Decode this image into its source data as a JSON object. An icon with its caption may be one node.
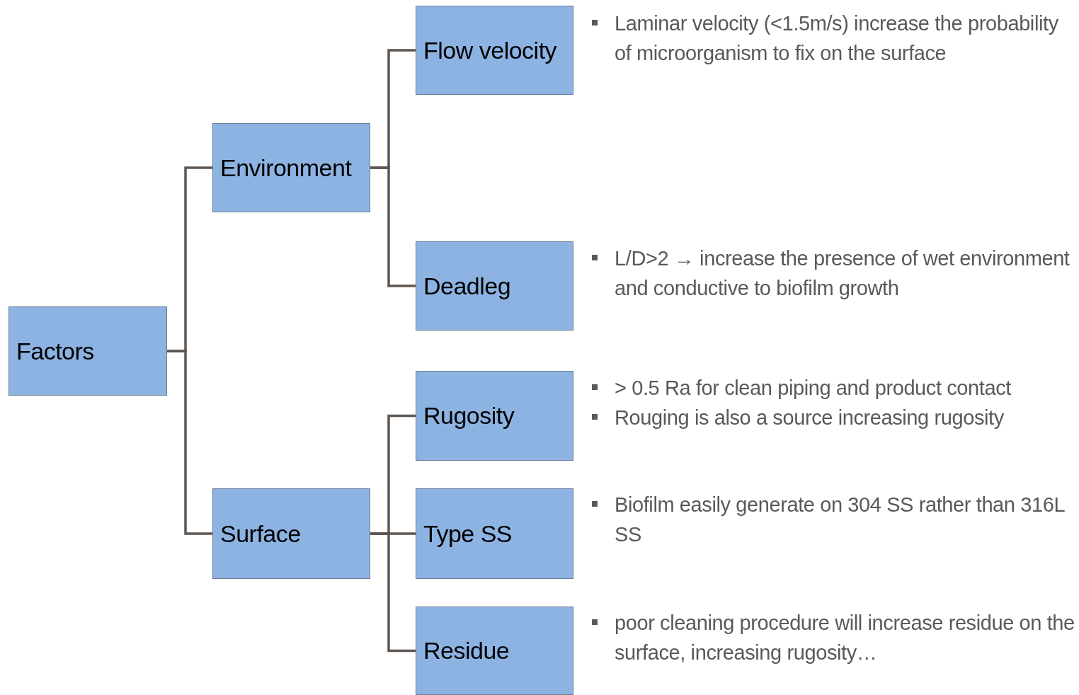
{
  "diagram": {
    "nodes": [
      {
        "text": [
          "Factors"
        ]
      },
      {
        "text": [
          "Environment"
        ]
      },
      {
        "text": [
          "Surface"
        ]
      },
      {
        "text": [
          "Flow velocity"
        ],
        "beside": [
          "Laminar velocity (<1.5m/s) increase the probability of microorganism to fix on the surface"
        ]
      },
      {
        "text": [
          "Deadleg"
        ],
        "beside": [
          "L/D>2 → increase the presence of wet environment and conductive to biofilm growth"
        ]
      },
      {
        "text": [
          "Rugosity"
        ],
        "beside": [
          "> 0.5 Ra for clean piping and product contact",
          "Rouging is also a source increasing rugosity"
        ]
      },
      {
        "text": [
          "Type SS"
        ],
        "beside": [
          "Biofilm easily generate on 304 SS rather than 316L SS"
        ]
      },
      {
        "text": [
          "Residue"
        ],
        "beside": [
          "poor cleaning procedure will increase residue on the surface, increasing rugosity…"
        ]
      }
    ],
    "edges": [
      {
        "from": 0,
        "to": 1,
        "arrow": "none"
      },
      {
        "from": 0,
        "to": 2,
        "arrow": "none"
      },
      {
        "from": 1,
        "to": 3,
        "arrow": "none"
      },
      {
        "from": 1,
        "to": 4,
        "arrow": "none"
      },
      {
        "from": 2,
        "to": 5,
        "arrow": "none"
      },
      {
        "from": 2,
        "to": 6,
        "arrow": "none"
      },
      {
        "from": 2,
        "to": 7,
        "arrow": "none"
      }
    ]
  }
}
